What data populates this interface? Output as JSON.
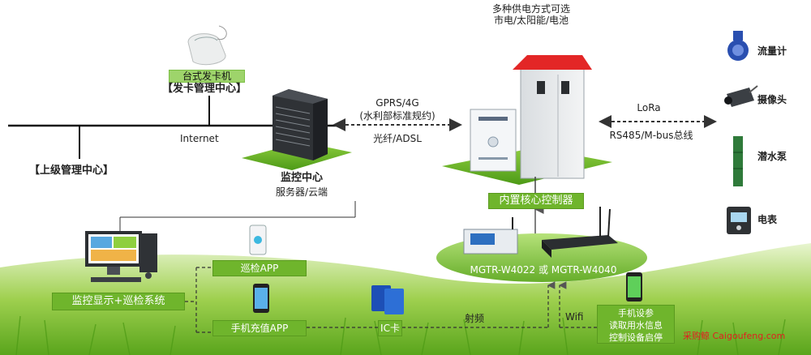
{
  "power_note": {
    "line1": "多种供电方式可选",
    "line2": "市电/太阳能/电池"
  },
  "card_center": {
    "device": "台式发卡机",
    "title": "【发卡管理中心】"
  },
  "network": {
    "internet": "Internet",
    "upper_center": "【上级管理中心】"
  },
  "monitor_center": {
    "title": "监控中心",
    "subtitle": "服务器/云端"
  },
  "link_server_cabinet": {
    "top1": "GPRS/4G",
    "top2": "(水利部标准规约)",
    "bottom": "光纤/ADSL"
  },
  "link_cabinet_devices": {
    "top": "LoRa",
    "bottom": "RS485/M-bus总线"
  },
  "controller": {
    "title": "内置核心控制器",
    "models": "MGTR-W4022 或 MGTR-W4040"
  },
  "field_devices": [
    {
      "label": "流量计",
      "icon": "flowmeter-icon"
    },
    {
      "label": "摄像头",
      "icon": "camera-icon"
    },
    {
      "label": "潜水泵",
      "icon": "pump-icon"
    },
    {
      "label": "电表",
      "icon": "meter-icon"
    }
  ],
  "apps": {
    "patrol": "巡检APP",
    "monitor_system": "监控显示+巡检系统",
    "recharge": "手机充值APP",
    "ic_card": "IC卡",
    "rf": "射频",
    "wifi": "Wifi",
    "phone_box": {
      "line1": "手机设参",
      "line2": "读取用水信息",
      "line3": "控制设备启停"
    }
  },
  "watermark": "采购鲸 Caigoufeng.com",
  "colors": {
    "green": "#6fb52c",
    "cabinet_roof": "#e32626",
    "arrow": "#333333"
  }
}
